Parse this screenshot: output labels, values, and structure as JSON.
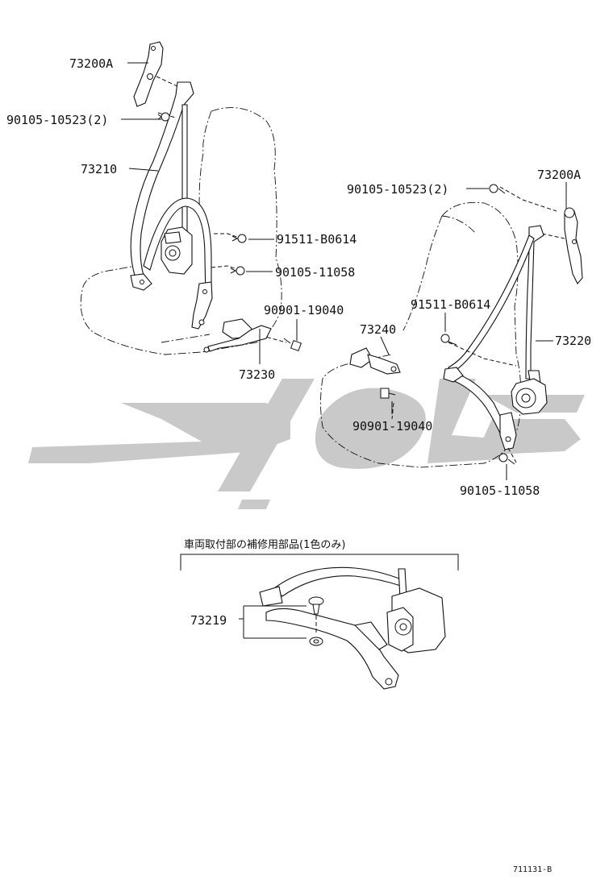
{
  "labels": {
    "retractor_left_anchor": "73200A",
    "bolt_left_anchor": "90105-10523(2)",
    "belt_left": "73210",
    "bolt_left_upper": "91511-B0614",
    "bolt_left_lower": "90105-11058",
    "buckle_bolt_left": "90901-19040",
    "buckle_left": "73230",
    "bolt_right_anchor": "90105-10523(2)",
    "retractor_right_anchor": "73200A",
    "bolt_right_upper": "91511-B0614",
    "buckle_right": "73240",
    "belt_right": "73220",
    "buckle_bolt_right": "90901-19040",
    "bolt_right_lower": "90105-11058",
    "repair_kit": "73219"
  },
  "note_jp": "車両取付部の補修用部品(1色のみ)",
  "diagram_id": "711131-B",
  "colors": {
    "line": "#111111",
    "watermark": "#c9c9c9",
    "background": "#ffffff"
  }
}
